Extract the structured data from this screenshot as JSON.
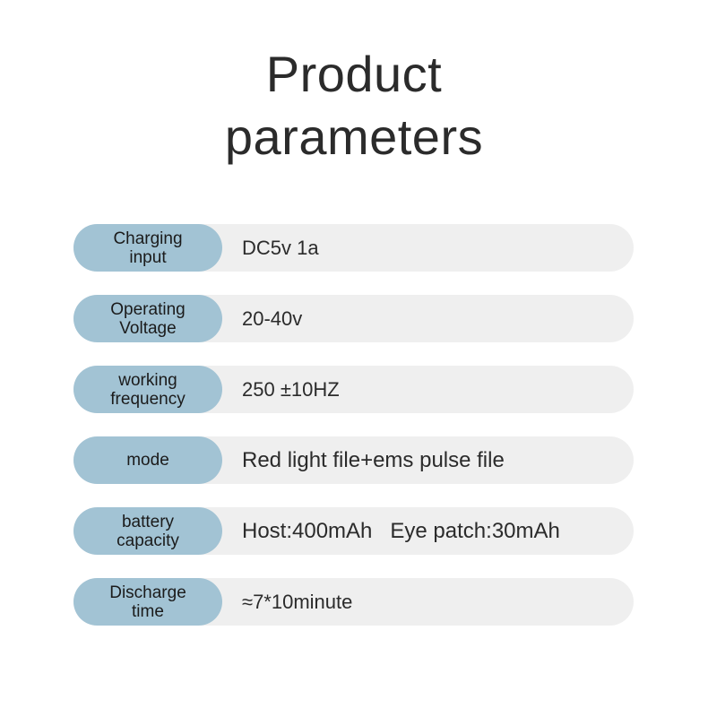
{
  "title": {
    "line1": "Product",
    "line2": "parameters"
  },
  "colors": {
    "page_background": "#ffffff",
    "pill": "#a2c3d4",
    "bar": "#efefef",
    "title_text": "#2b2b2b",
    "value_text": "#2b2b2b",
    "pill_text": "#1b1b1b"
  },
  "specs": [
    {
      "label": "Charging\ninput",
      "value": "DC5v 1a",
      "size": "normal"
    },
    {
      "label": "Operating\nVoltage",
      "value": "20-40v",
      "size": "normal"
    },
    {
      "label": "working\nfrequency",
      "value": "250 ±10HZ",
      "size": "normal"
    },
    {
      "label": "mode",
      "value": "Red light file+ems pulse file",
      "size": "large"
    },
    {
      "label": "battery\ncapacity",
      "value": "Host:400mAh   Eye patch:30mAh",
      "size": "large"
    },
    {
      "label": "Discharge\ntime",
      "value": "≈7*10minute",
      "size": "normal"
    }
  ]
}
